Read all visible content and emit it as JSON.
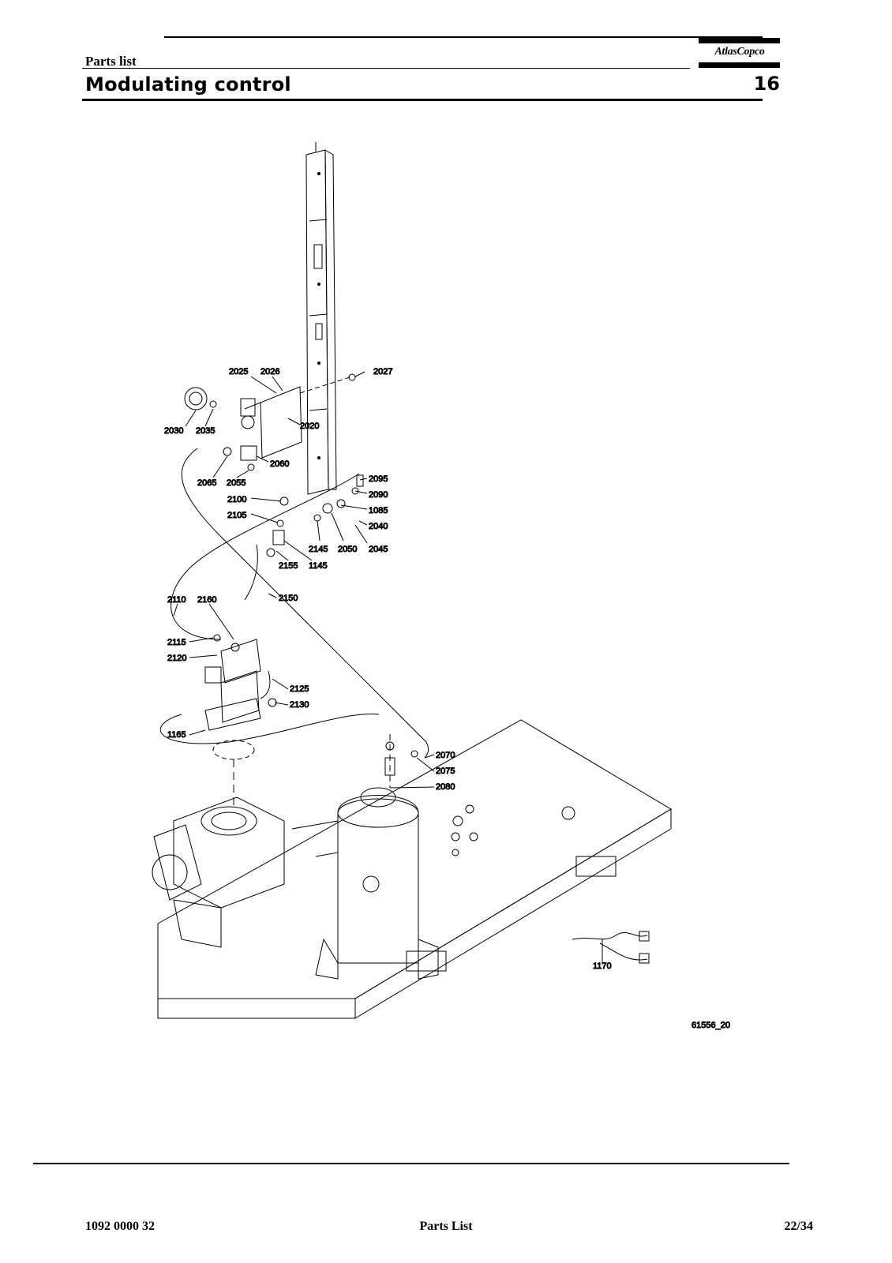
{
  "header": {
    "section": "Parts list",
    "title": "Modulating control",
    "chapter": "16",
    "logo_text": "AtlasCopco"
  },
  "drawing": {
    "figure_id": "61556_20",
    "callouts": [
      "2025",
      "2026",
      "2027",
      "2030",
      "2035",
      "2020",
      "2060",
      "2065",
      "2055",
      "2095",
      "2090",
      "2100",
      "1085",
      "2105",
      "2040",
      "2145",
      "2050",
      "2045",
      "2155",
      "1145",
      "2110",
      "2160",
      "2150",
      "2115",
      "2120",
      "2125",
      "2130",
      "1165",
      "2070",
      "2075",
      "2080",
      "1170"
    ]
  },
  "footer": {
    "doc_number": "1092 0000 32",
    "title": "Parts List",
    "page": "22/34"
  }
}
